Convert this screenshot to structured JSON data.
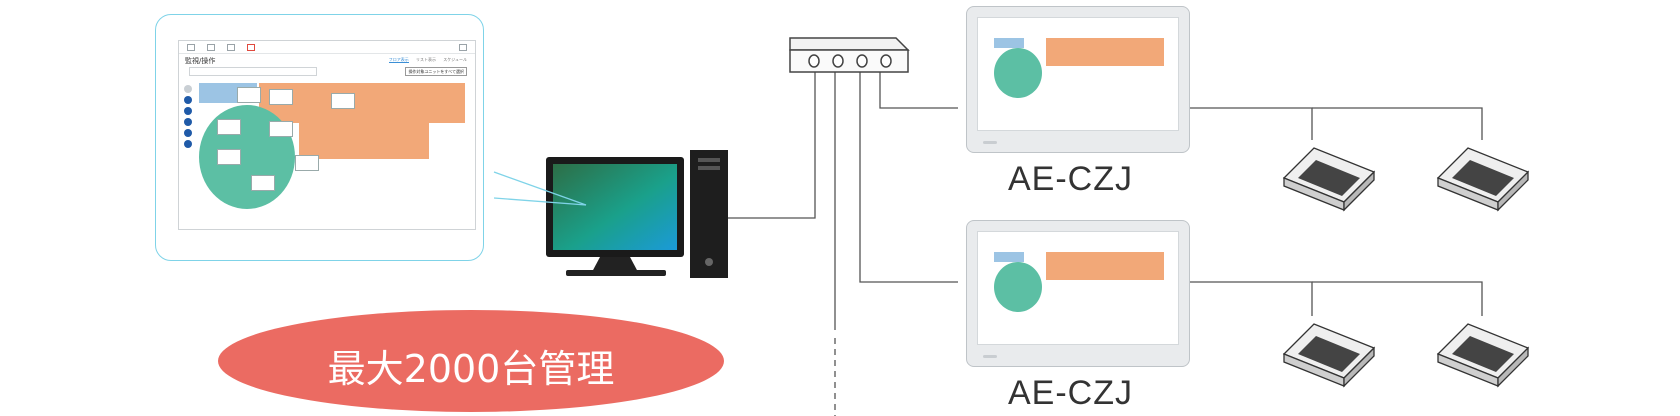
{
  "pc_screenshot": {
    "title": "監視/操作",
    "tabs": [
      "フロア表示",
      "リスト表示",
      "スケジュール"
    ],
    "batch_button": "操作対象ユニットをすべて選択"
  },
  "badge": {
    "text": "最大2000台管理",
    "color": "#eb6b62"
  },
  "controllers": [
    {
      "model": "AE-CZJ"
    },
    {
      "model": "AE-CZJ"
    }
  ],
  "colors": {
    "callout_border": "#7fd3e8",
    "wire": "#555555",
    "floor_orange": "#f2a878",
    "floor_green": "#5cbfa4",
    "floor_blue": "#9cc4e4"
  },
  "icons": [
    "network-hub-icon",
    "pc-monitor-icon",
    "pc-tower-icon",
    "ceiling-cassette-unit-icon"
  ]
}
